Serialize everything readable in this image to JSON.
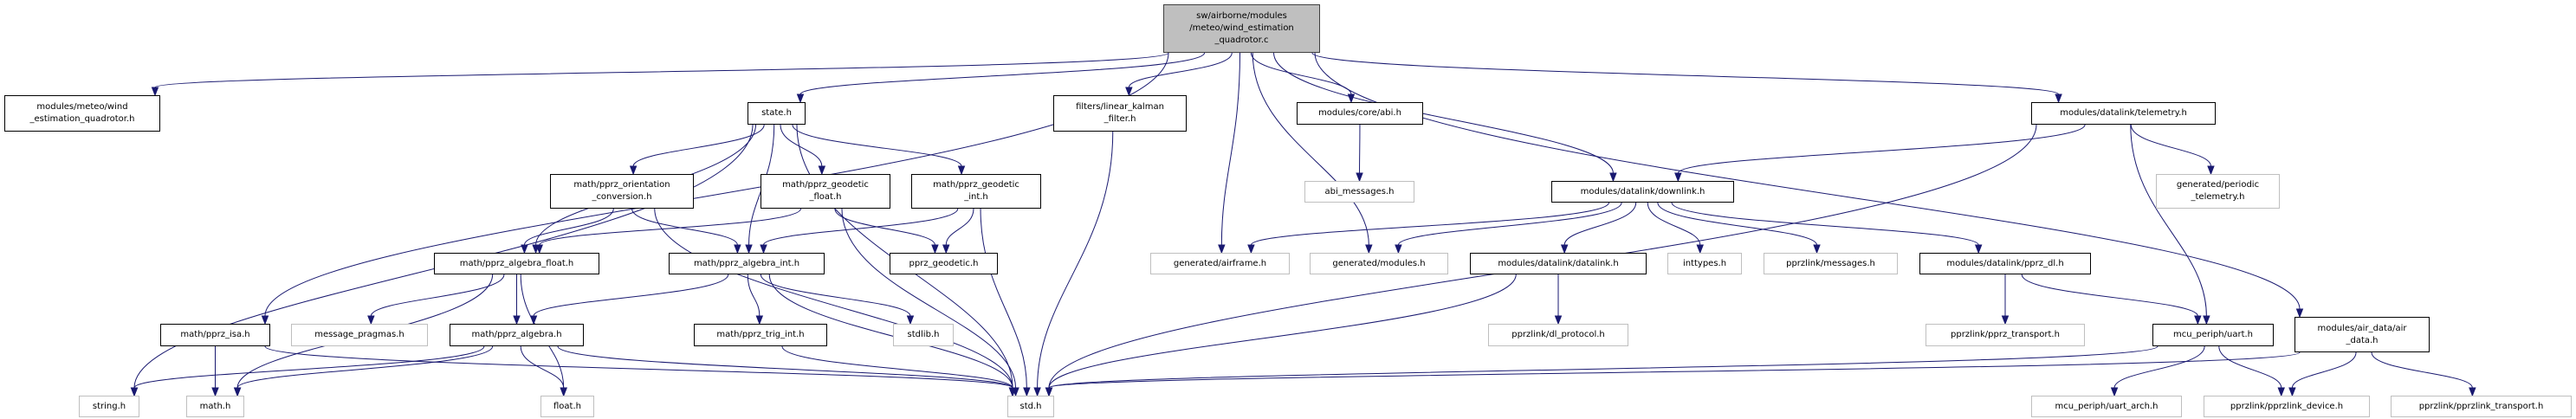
{
  "colors": {
    "edge": "#191970",
    "root_fill": "#bfbfbf",
    "documented_border": "#000000",
    "external_border": "#bfbfbf"
  },
  "nodes": {
    "main": {
      "lines": [
        "sw/airborne/modules",
        "/meteo/wind_estimation",
        "_quadrotor.c"
      ],
      "kind": "root"
    },
    "wind_h": {
      "lines": [
        "modules/meteo/wind",
        "_estimation_quadrotor.h"
      ],
      "kind": "doc"
    },
    "state": {
      "lines": [
        "state.h"
      ],
      "kind": "doc"
    },
    "filters": {
      "lines": [
        "filters/linear_kalman",
        "_filter.h"
      ],
      "kind": "doc"
    },
    "abi": {
      "lines": [
        "modules/core/abi.h"
      ],
      "kind": "doc"
    },
    "telemetry": {
      "lines": [
        "modules/datalink/telemetry.h"
      ],
      "kind": "doc"
    },
    "orientation": {
      "lines": [
        "math/pprz_orientation",
        "_conversion.h"
      ],
      "kind": "doc"
    },
    "geo_float": {
      "lines": [
        "math/pprz_geodetic",
        "_float.h"
      ],
      "kind": "doc"
    },
    "geo_int": {
      "lines": [
        "math/pprz_geodetic",
        "_int.h"
      ],
      "kind": "doc"
    },
    "abi_messages": {
      "lines": [
        "abi_messages.h"
      ],
      "kind": "ext"
    },
    "downlink": {
      "lines": [
        "modules/datalink/downlink.h"
      ],
      "kind": "doc"
    },
    "periodic": {
      "lines": [
        "generated/periodic",
        "_telemetry.h"
      ],
      "kind": "ext"
    },
    "alg_float": {
      "lines": [
        "math/pprz_algebra_float.h"
      ],
      "kind": "doc"
    },
    "alg_int": {
      "lines": [
        "math/pprz_algebra_int.h"
      ],
      "kind": "doc"
    },
    "pprz_geodetic": {
      "lines": [
        "pprz_geodetic.h"
      ],
      "kind": "doc"
    },
    "airframe": {
      "lines": [
        "generated/airframe.h"
      ],
      "kind": "ext"
    },
    "modules": {
      "lines": [
        "generated/modules.h"
      ],
      "kind": "ext"
    },
    "datalink": {
      "lines": [
        "modules/datalink/datalink.h"
      ],
      "kind": "doc"
    },
    "inttypes": {
      "lines": [
        "inttypes.h"
      ],
      "kind": "ext"
    },
    "pl_messages": {
      "lines": [
        "pprzlink/messages.h"
      ],
      "kind": "ext"
    },
    "pprz_dl": {
      "lines": [
        "modules/datalink/pprz_dl.h"
      ],
      "kind": "doc"
    },
    "isa": {
      "lines": [
        "math/pprz_isa.h"
      ],
      "kind": "doc"
    },
    "msg_pragmas": {
      "lines": [
        "message_pragmas.h"
      ],
      "kind": "ext"
    },
    "algebra": {
      "lines": [
        "math/pprz_algebra.h"
      ],
      "kind": "doc"
    },
    "trig_int": {
      "lines": [
        "math/pprz_trig_int.h"
      ],
      "kind": "doc"
    },
    "stdlib": {
      "lines": [
        "stdlib.h"
      ],
      "kind": "ext"
    },
    "dl_protocol": {
      "lines": [
        "pprzlink/dl_protocol.h"
      ],
      "kind": "ext"
    },
    "pprz_transport": {
      "lines": [
        "pprzlink/pprz_transport.h"
      ],
      "kind": "ext"
    },
    "uart": {
      "lines": [
        "mcu_periph/uart.h"
      ],
      "kind": "doc"
    },
    "air_data": {
      "lines": [
        "modules/air_data/air",
        "_data.h"
      ],
      "kind": "doc"
    },
    "string": {
      "lines": [
        "string.h"
      ],
      "kind": "ext"
    },
    "math": {
      "lines": [
        "math.h"
      ],
      "kind": "ext"
    },
    "float": {
      "lines": [
        "float.h"
      ],
      "kind": "ext"
    },
    "std": {
      "lines": [
        "std.h"
      ],
      "kind": "ext"
    },
    "uart_arch": {
      "lines": [
        "mcu_periph/uart_arch.h"
      ],
      "kind": "ext"
    },
    "pl_device": {
      "lines": [
        "pprzlink/pprzlink_device.h"
      ],
      "kind": "ext"
    },
    "pl_transport": {
      "lines": [
        "pprzlink/pprzlink_transport.h"
      ],
      "kind": "ext"
    }
  },
  "edges": [
    [
      "main",
      "wind_h"
    ],
    [
      "main",
      "isa"
    ],
    [
      "main",
      "state"
    ],
    [
      "main",
      "filters"
    ],
    [
      "main",
      "airframe"
    ],
    [
      "main",
      "modules"
    ],
    [
      "main",
      "abi"
    ],
    [
      "main",
      "downlink"
    ],
    [
      "main",
      "telemetry"
    ],
    [
      "main",
      "air_data"
    ],
    [
      "state",
      "string"
    ],
    [
      "state",
      "alg_float"
    ],
    [
      "state",
      "orientation"
    ],
    [
      "state",
      "alg_int"
    ],
    [
      "state",
      "geo_float"
    ],
    [
      "state",
      "geo_int"
    ],
    [
      "state",
      "std"
    ],
    [
      "orientation",
      "alg_float"
    ],
    [
      "orientation",
      "alg_int"
    ],
    [
      "orientation",
      "std"
    ],
    [
      "geo_float",
      "alg_float"
    ],
    [
      "geo_float",
      "pprz_geodetic"
    ],
    [
      "geo_float",
      "std"
    ],
    [
      "geo_int",
      "alg_int"
    ],
    [
      "geo_int",
      "pprz_geodetic"
    ],
    [
      "geo_int",
      "std"
    ],
    [
      "alg_float",
      "math"
    ],
    [
      "alg_float",
      "msg_pragmas"
    ],
    [
      "alg_float",
      "algebra"
    ],
    [
      "alg_float",
      "float"
    ],
    [
      "alg_int",
      "algebra"
    ],
    [
      "alg_int",
      "trig_int"
    ],
    [
      "alg_int",
      "stdlib"
    ],
    [
      "alg_int",
      "std"
    ],
    [
      "isa",
      "math"
    ],
    [
      "isa",
      "std"
    ],
    [
      "algebra",
      "string"
    ],
    [
      "algebra",
      "math"
    ],
    [
      "algebra",
      "float"
    ],
    [
      "algebra",
      "std"
    ],
    [
      "trig_int",
      "std"
    ],
    [
      "filters",
      "std"
    ],
    [
      "abi",
      "abi_messages"
    ],
    [
      "downlink",
      "airframe"
    ],
    [
      "downlink",
      "modules"
    ],
    [
      "downlink",
      "datalink"
    ],
    [
      "downlink",
      "inttypes"
    ],
    [
      "downlink",
      "pl_messages"
    ],
    [
      "downlink",
      "pprz_dl"
    ],
    [
      "datalink",
      "std"
    ],
    [
      "datalink",
      "dl_protocol"
    ],
    [
      "telemetry",
      "downlink"
    ],
    [
      "telemetry",
      "periodic"
    ],
    [
      "telemetry",
      "std"
    ],
    [
      "telemetry",
      "uart"
    ],
    [
      "pprz_dl",
      "pprz_transport"
    ],
    [
      "pprz_dl",
      "uart"
    ],
    [
      "uart",
      "std"
    ],
    [
      "uart",
      "uart_arch"
    ],
    [
      "uart",
      "pl_device"
    ],
    [
      "air_data",
      "std"
    ],
    [
      "air_data",
      "pl_device"
    ],
    [
      "air_data",
      "pl_transport"
    ]
  ]
}
